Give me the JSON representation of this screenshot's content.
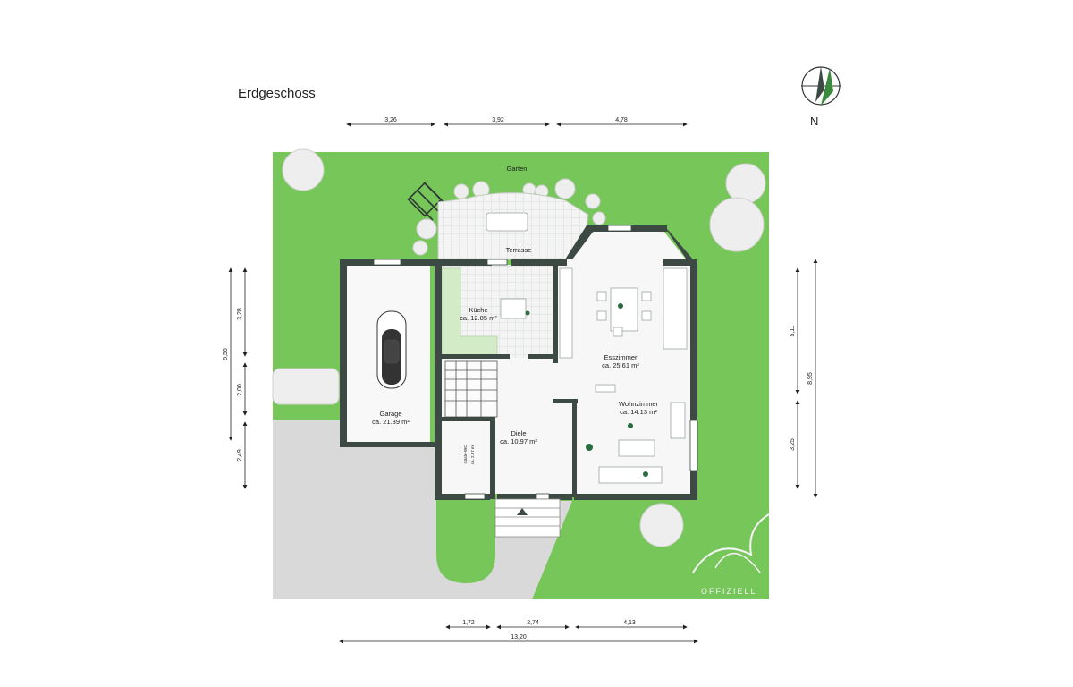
{
  "floor_title": "Erdgeschoss",
  "north_label": "N",
  "colors": {
    "lawn": "#77c65a",
    "wall": "#3c4a43",
    "floor": "#f7f7f7",
    "kitchen_green": "#d3ecc7",
    "driveway": "#d9d9d9",
    "shrub": "#e9e9e9"
  },
  "areas": {
    "garten": "Garten",
    "terrasse": "Terrasse"
  },
  "rooms": {
    "kueche": {
      "name": "Küche",
      "area": "ca. 12.85 m²"
    },
    "esszimmer": {
      "name": "Esszimmer",
      "area": "ca. 25.61 m²"
    },
    "wohnzimmer": {
      "name": "Wohnzimmer",
      "area": "ca. 14.13 m²"
    },
    "diele": {
      "name": "Diele",
      "area": "ca. 10.97 m²"
    },
    "garage": {
      "name": "Garage",
      "area": "ca. 21.39 m²"
    },
    "gaeste_wc": {
      "name": "Gäste-WC",
      "area": "ca. 2.37 m²"
    }
  },
  "dimensions": {
    "top": [
      "3,26",
      "3,92",
      "4,78"
    ],
    "bottom": [
      "1,72",
      "2,74",
      "4,13"
    ],
    "bottom_total": "13,20",
    "left": [
      "3,28",
      "2,00",
      "2,49"
    ],
    "left_total": "6,56",
    "right": [
      "5,11",
      "3,25"
    ],
    "right_total": "8,95"
  },
  "watermark": {
    "sub": "OFFIZIELL"
  }
}
